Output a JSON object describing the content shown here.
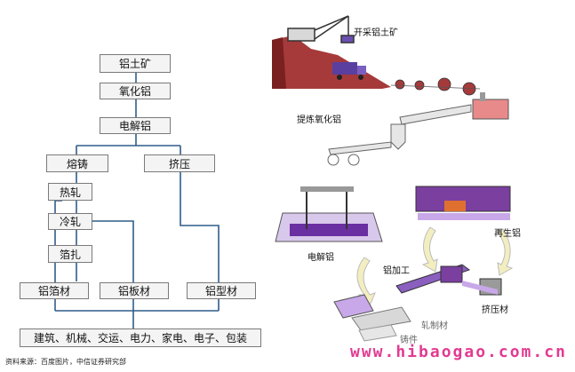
{
  "flow": {
    "bauxite": "铝土矿",
    "alumina": "氧化铝",
    "electrolytic": "电解铝",
    "casting": "熔铸",
    "extrusion": "挤压",
    "hot_rolling": "热轧",
    "cold_rolling": "冷轧",
    "foil_rolling": "箔扎",
    "foil": "铝箔材",
    "plate": "铝板材",
    "profile": "铝型材",
    "applications": "建筑、机械、交运、电力、家电、电子、包装"
  },
  "source": "资料来源：百度图片，中信证券研究部",
  "illustration": {
    "mining": "开采铝土矿",
    "refine_alumina": "提炼氧化铝",
    "electrolysis": "电解铝",
    "processing": "铝加工",
    "recycled": "再生铝",
    "extruded": "挤压材",
    "rolled": "轧制材",
    "castings": "铸件"
  },
  "watermark": "www.hibaogao.com.cn",
  "colors": {
    "box_border": "#7a7a7a",
    "connector": "#2f5d8a",
    "watermark": "#e23a92",
    "purple": "#7b3fa0",
    "earth": "#a63a3a"
  }
}
